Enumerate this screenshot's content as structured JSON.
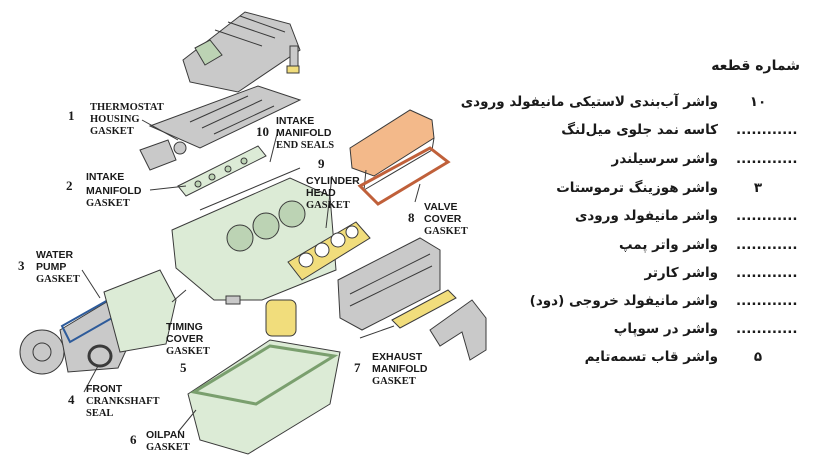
{
  "diagram": {
    "labels": [
      {
        "num": "1",
        "lines": [
          "THERMOSTAT",
          "HOUSING",
          "GASKET"
        ]
      },
      {
        "num": "2",
        "lines": [
          "INTAKE",
          "MANIFOLD",
          "GASKET"
        ]
      },
      {
        "num": "3",
        "lines": [
          "WATER",
          "PUMP",
          "GASKET"
        ]
      },
      {
        "num": "4",
        "lines": [
          "FRONT",
          "CRANKSHAFT",
          "SEAL"
        ]
      },
      {
        "num": "5",
        "lines": [
          "TIMING",
          "COVER",
          "GASKET"
        ]
      },
      {
        "num": "6",
        "lines": [
          "OILPAN",
          "GASKET"
        ]
      },
      {
        "num": "7",
        "lines": [
          "EXHAUST",
          "MANIFOLD",
          "GASKET"
        ]
      },
      {
        "num": "8",
        "lines": [
          "VALVE",
          "COVER",
          "GASKET"
        ]
      },
      {
        "num": "9",
        "lines": [
          "CYLINDER",
          "HEAD",
          "GASKET"
        ]
      },
      {
        "num": "10",
        "lines": [
          "INTAKE",
          "MANIFOLD",
          "END SEALS"
        ]
      }
    ]
  },
  "parts_list": {
    "title": "شماره قطعه",
    "items": [
      {
        "name": "واشر آب‌بندی لاستیکی مانیفولد ورودی",
        "qty": "۱۰"
      },
      {
        "name": "کاسه نمد جلوی میل‌لنگ",
        "qty": "............"
      },
      {
        "name": "واشر سرسیلندر",
        "qty": "............"
      },
      {
        "name": "واشر هوزینگ ترموستات",
        "qty": "۳"
      },
      {
        "name": "واشر مانیفولد ورودی",
        "qty": "............"
      },
      {
        "name": "واشر واتر پمپ",
        "qty": "............"
      },
      {
        "name": "واشر کارتر",
        "qty": "............"
      },
      {
        "name": "واشر مانیفولد خروجی (دود)",
        "qty": "............"
      },
      {
        "name": "واشر در سوپاپ",
        "qty": "............"
      },
      {
        "name": "واشر قاب تسمه‌تایم",
        "qty": "۵"
      }
    ]
  }
}
